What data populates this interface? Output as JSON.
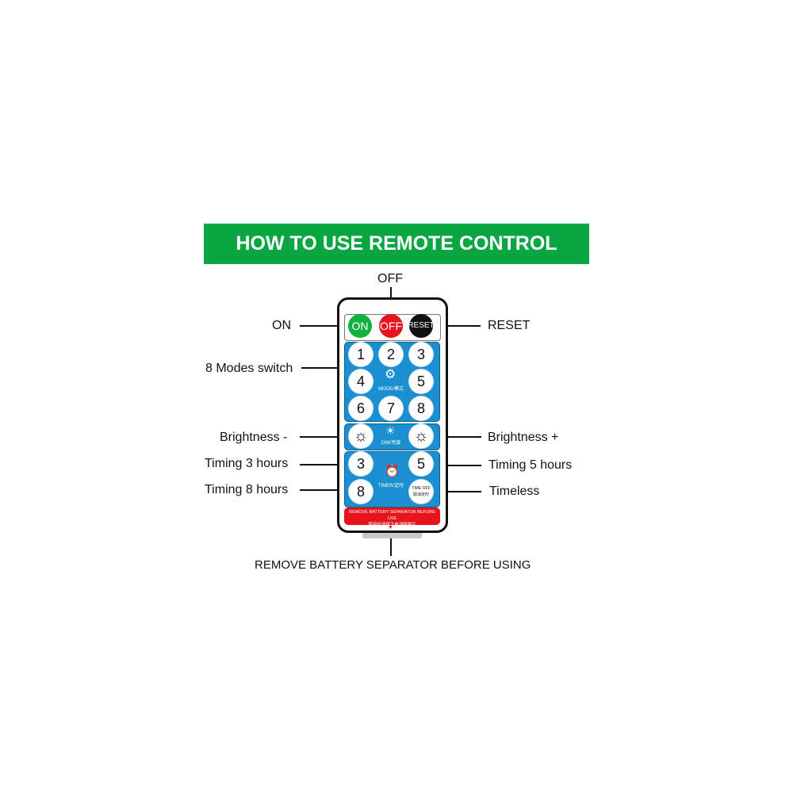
{
  "title": "HOW TO USE REMOTE CONTROL",
  "labels": {
    "off": "OFF",
    "on": "ON",
    "reset": "RESET",
    "modes": "8 Modes switch",
    "bminus": "Brightness -",
    "bplus": "Brightness +",
    "t3": "Timing 3 hours",
    "t5": "Timing 5 hours",
    "t8": "Timing 8 hours",
    "timeless": "Timeless",
    "separator": "REMOVE BATTERY SEPARATOR BEFORE USING"
  },
  "remote": {
    "on": "ON",
    "off": "OFF",
    "reset": "RESET",
    "modes": [
      "1",
      "2",
      "3",
      "4",
      "5",
      "6",
      "7",
      "8"
    ],
    "mode_caption": "MODE/模式",
    "dim_caption": "DIM/亮度",
    "timer": [
      "3",
      "5",
      "8"
    ],
    "timer_caption": "TIMER/定时",
    "timeoff": "TIME OFF",
    "timeoff_cn": "取消定时",
    "warning": "REMOVE BATTERY SEPARATOR BEFORE USE",
    "warning_cn": "使用前请拔下电池隔离片",
    "arrow": "▼"
  },
  "colors": {
    "green": "#0aa641",
    "blue": "#1b8fcf",
    "red": "#e8141b"
  }
}
